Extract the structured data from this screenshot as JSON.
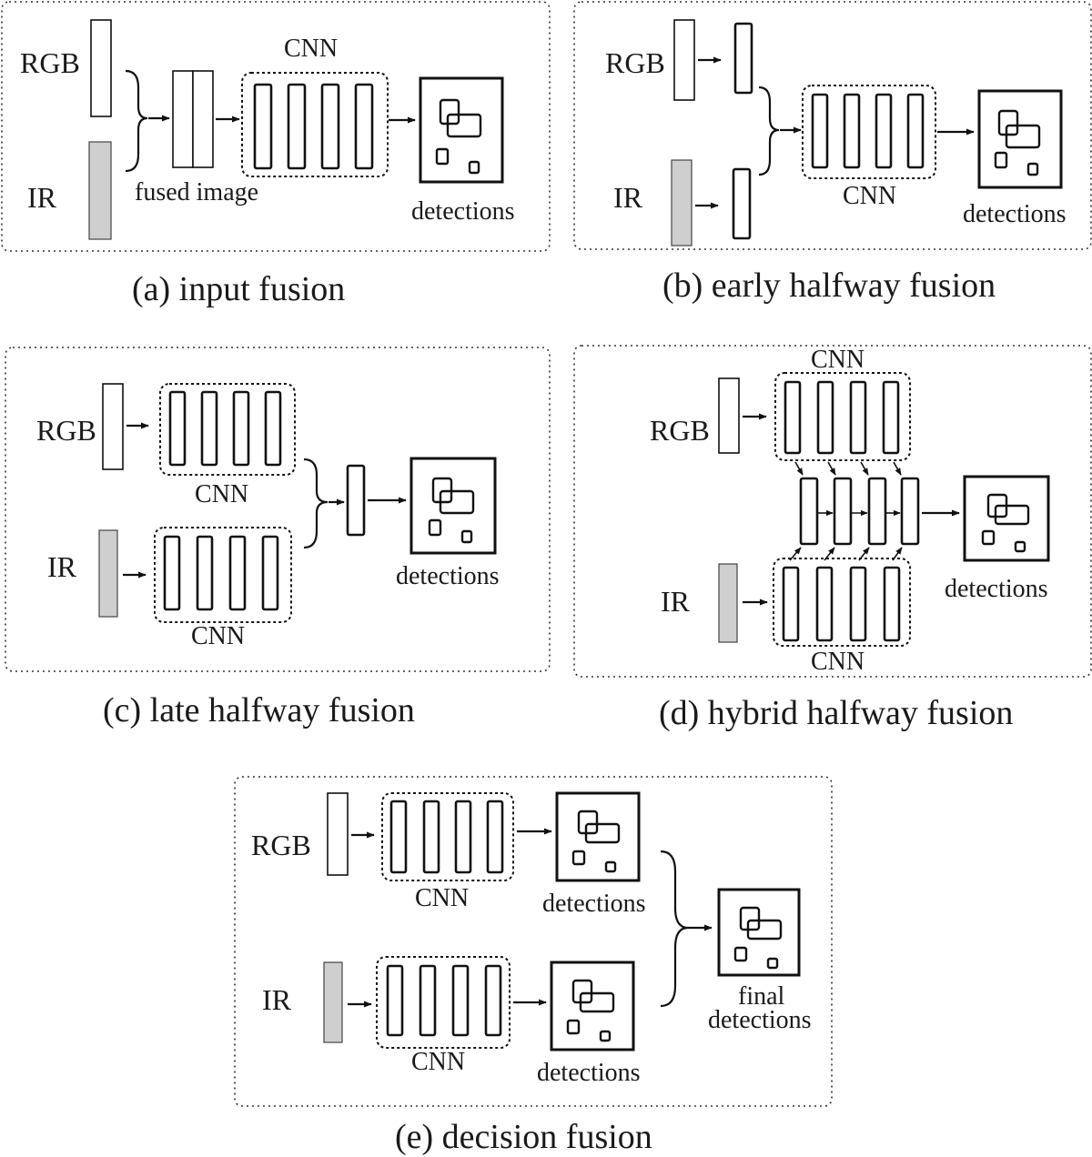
{
  "labels": {
    "rgb": "RGB",
    "ir": "IR",
    "cnn": "CNN",
    "fused_image": "fused image",
    "detections": "detections",
    "final_line1": "final",
    "final_line2": "detections"
  },
  "captions": {
    "a": "(a) input fusion",
    "b": "(b) early halfway fusion",
    "c": "(c) late halfway fusion",
    "d": "(d) hybrid halfway fusion",
    "e": "(e) decision fusion"
  },
  "colors": {
    "ir_fill": "#cfcfcf",
    "stroke": "#111111",
    "background": "#ffffff"
  }
}
